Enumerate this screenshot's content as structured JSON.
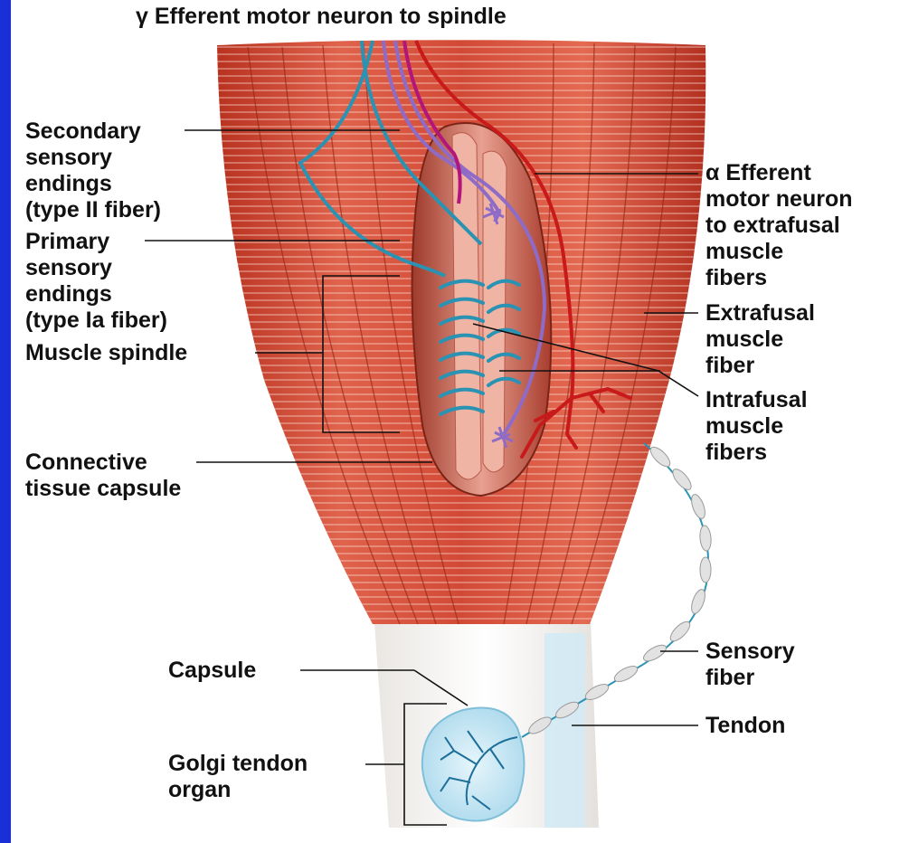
{
  "colors": {
    "background_frame": "#1a2fd6",
    "muscle": "#d9503c",
    "tendon": "#f3f1ee",
    "sensory_nerve": "#2a93b3",
    "gamma_neuron": "#8f6bc8",
    "alpha_neuron": "#c81a1a",
    "magenta_neuron": "#b3167a",
    "golgi_organ": "#bfe3f2"
  },
  "labels": {
    "gamma_efferent": {
      "symbol": "γ",
      "text": "Efferent motor neuron to spindle"
    },
    "secondary": [
      "Secondary",
      "sensory",
      "endings",
      "(type II fiber)"
    ],
    "primary": [
      "Primary",
      "sensory",
      "endings",
      "(type Ia fiber)"
    ],
    "muscle_spindle": "Muscle spindle",
    "connective_capsule": [
      "Connective",
      "tissue capsule"
    ],
    "alpha_efferent": [
      "α Efferent",
      "motor neuron",
      "to extrafusal",
      "muscle",
      "fibers"
    ],
    "extrafusal": [
      "Extrafusal",
      "muscle",
      "fiber"
    ],
    "intrafusal": [
      "Intrafusal",
      "muscle",
      "fibers"
    ],
    "sensory_fiber": [
      "Sensory",
      "fiber"
    ],
    "tendon": "Tendon",
    "capsule": "Capsule",
    "golgi": [
      "Golgi tendon",
      "organ"
    ]
  },
  "icons": [
    "muscle-bundle",
    "spindle-capsule",
    "tendon",
    "golgi-tendon-organ",
    "nerve-fibers"
  ]
}
